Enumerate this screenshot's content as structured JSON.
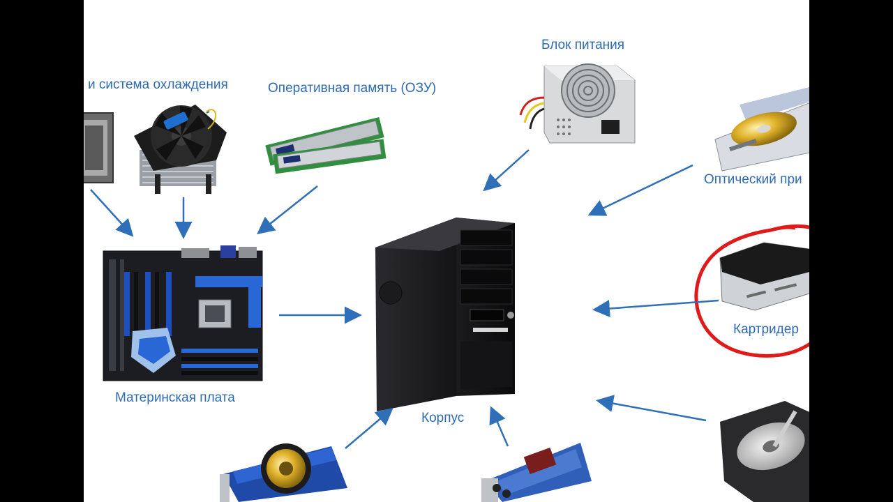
{
  "labels": {
    "cooler": "и система охлаждения",
    "ram": "Оперативная память (ОЗУ)",
    "psu": "Блок питания",
    "optical": "Оптический при",
    "cardreader": "Картридер",
    "motherboard": "Материнская плата",
    "case": "Корпус"
  },
  "colors": {
    "label_text": "#2e6bb0",
    "arrow": "#2f6fb8",
    "highlight_circle": "#e01a1a",
    "background": "#ffffff",
    "letterbox": "#000000"
  },
  "icons": [
    "cpu-icon",
    "cpu-cooler-icon",
    "ram-module-icon",
    "power-supply-icon",
    "optical-drive-icon",
    "card-reader-icon",
    "motherboard-icon",
    "computer-case-icon",
    "video-card-icon",
    "sound-card-icon",
    "hard-drive-icon"
  ]
}
